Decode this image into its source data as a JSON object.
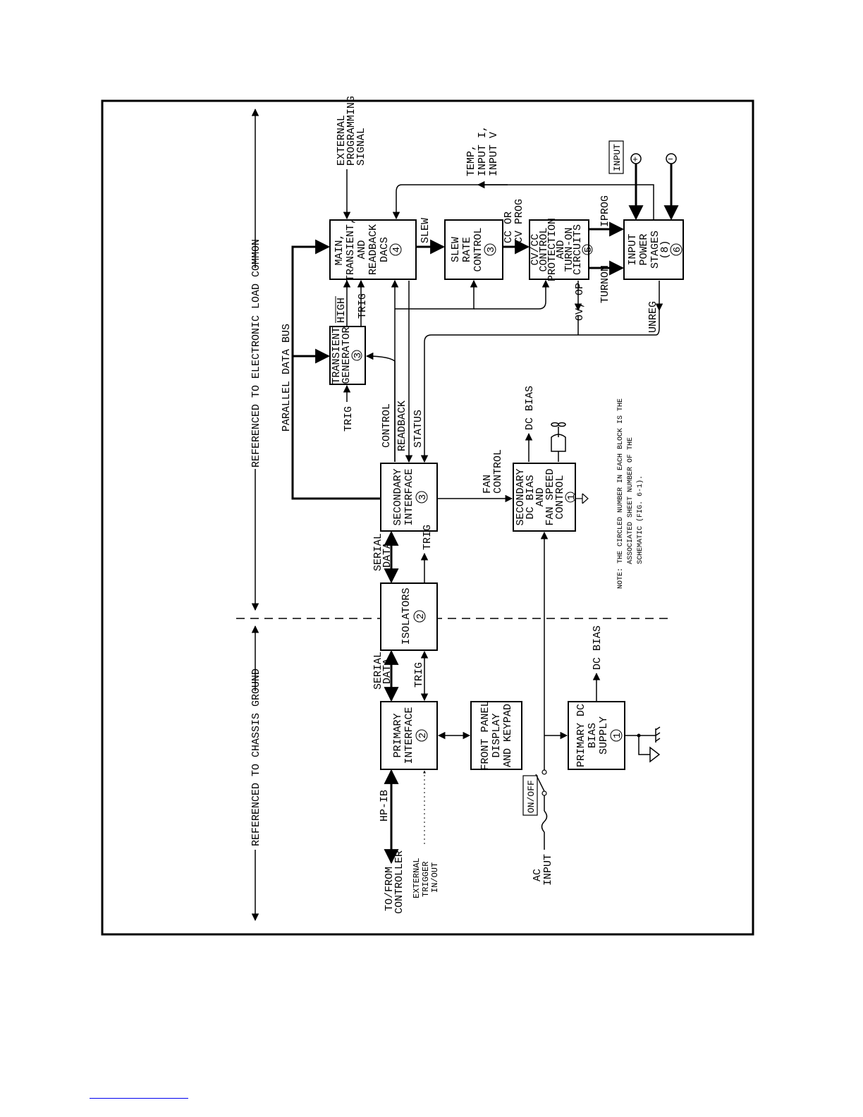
{
  "labels": {
    "left_region": "REFERENCED TO CHASSIS GROUND",
    "right_region": "REFERENCED TO ELECTRONIC LOAD COMMON",
    "parallel_bus": "PARALLEL DATA BUS",
    "ext_prog_1": "EXTERNAL",
    "ext_prog_2": "PROGRAMMING",
    "ext_prog_3": "SIGNAL",
    "temp_1": "TEMP,",
    "temp_2": "INPUT I,",
    "temp_3": "INPUT V",
    "input_box": "INPUT",
    "plus": "+",
    "minus": "−",
    "iprog": "IPROG",
    "turnon": "TURNON",
    "unreg": "UNREG",
    "ov_op": "OV, OP",
    "slew": "SLEW",
    "cc_cv_1": "CC OR",
    "cc_cv_2": "CV PROG",
    "high": "HIGH",
    "trig_dacs": "TRIG",
    "trig_transient": "TRIG",
    "control": "CONTROL",
    "readback": "READBACK",
    "status": "STATUS",
    "dc_bias_secondary": "DC BIAS",
    "fan_control_1": "FAN",
    "fan_control_2": "CONTROL",
    "serial_data_1_a": "SERIAL",
    "serial_data_1_b": "DATA",
    "serial_data_2_a": "SERIAL",
    "serial_data_2_b": "DATA",
    "trig_secondary": "TRIG",
    "trig_primary": "TRIG",
    "dc_bias_primary": "DC BIAS",
    "hpib": "HP-IB",
    "to_from_1": "TO/FROM",
    "to_from_2": "CONTROLLER",
    "ext_trig_1": "EXTERNAL",
    "ext_trig_2": "TRIGGER",
    "ext_trig_3": "IN/OUT",
    "on_off": "ON/OFF",
    "ac_input_1": "AC",
    "ac_input_2": "INPUT",
    "note_1": "NOTE:  THE CIRCLED NUMBER IN EACH BLOCK IS THE",
    "note_2": "ASSOCIATED SHEET NUMBER OF THE",
    "note_3": "SCHEMATIC (FIG. 6-1)."
  },
  "blocks": {
    "dacs": {
      "lines": [
        "MAIN,",
        "TRANSIENT,",
        "AND",
        "READBACK",
        "DACS"
      ],
      "sheet": "4"
    },
    "slew_rate": {
      "lines": [
        "SLEW",
        "RATE",
        "CONTROL"
      ],
      "sheet": "3"
    },
    "cvcc": {
      "lines": [
        "CV/CC",
        "CONTROL",
        "PROTECTION",
        "AND",
        "TURN-ON",
        "CIRCUITS"
      ],
      "sheet": "5"
    },
    "power_stages": {
      "lines": [
        "INPUT",
        "POWER",
        "STAGES",
        "(8)"
      ],
      "sheet": "6"
    },
    "transient_gen": {
      "lines": [
        "TRANSIENT",
        "GENERATOR"
      ],
      "sheet": "3"
    },
    "secondary_interface": {
      "lines": [
        "SECONDARY",
        "INTERFACE"
      ],
      "sheet": "3"
    },
    "secondary_bias": {
      "lines": [
        "SECONDARY",
        "DC BIAS",
        "AND",
        "FAN SPEED",
        "CONTROL"
      ],
      "sheet": "1"
    },
    "isolators": {
      "lines": [
        "ISOLATORS"
      ],
      "sheet": "2"
    },
    "primary_interface": {
      "lines": [
        "PRIMARY",
        "INTERFACE"
      ],
      "sheet": "2"
    },
    "front_panel": {
      "lines": [
        "FRONT PANEL",
        "DISPLAY",
        "AND KEYPAD"
      ],
      "sheet": ""
    },
    "primary_bias": {
      "lines": [
        "PRIMARY DC",
        "BIAS",
        "SUPPLY"
      ],
      "sheet": "1"
    }
  }
}
